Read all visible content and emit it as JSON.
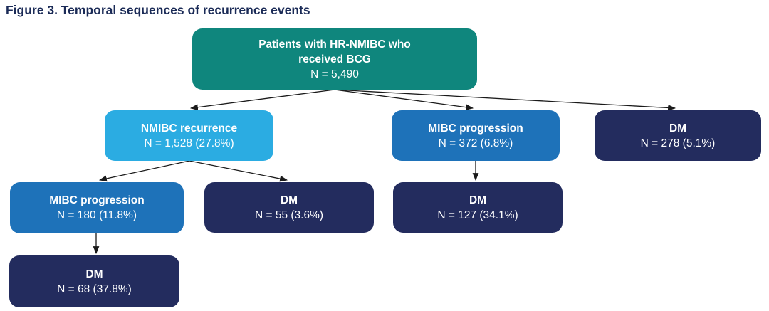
{
  "figure": {
    "title": "Figure 3. Temporal sequences of recurrence events"
  },
  "colors": {
    "teal": "#0F867D",
    "light_blue": "#2BACE2",
    "blue": "#1E72B9",
    "navy": "#232C5E",
    "title_text": "#1B2B57",
    "arrow": "#1A1A1A",
    "node_text": "#FFFFFF"
  },
  "nodes": {
    "root": {
      "label": "Patients with HR-NMIBC who received BCG",
      "value": "N = 5,490"
    },
    "nmibc_recurrence": {
      "label": "NMIBC recurrence",
      "value": "N = 1,528 (27.8%)"
    },
    "mibc_progression_1": {
      "label": "MIBC progression",
      "value": "N = 372 (6.8%)"
    },
    "dm_1": {
      "label": "DM",
      "value": "N = 278 (5.1%)"
    },
    "mibc_progression_2": {
      "label": "MIBC progression",
      "value": "N = 180 (11.8%)"
    },
    "dm_2": {
      "label": "DM",
      "value": "N = 55 (3.6%)"
    },
    "dm_3": {
      "label": "DM",
      "value": "N = 127 (34.1%)"
    },
    "dm_4": {
      "label": "DM",
      "value": "N = 68 (37.8%)"
    }
  },
  "edges": [
    {
      "from": "root",
      "to": "nmibc_recurrence"
    },
    {
      "from": "root",
      "to": "mibc_progression_1"
    },
    {
      "from": "root",
      "to": "dm_1"
    },
    {
      "from": "nmibc_recurrence",
      "to": "mibc_progression_2"
    },
    {
      "from": "nmibc_recurrence",
      "to": "dm_2"
    },
    {
      "from": "mibc_progression_1",
      "to": "dm_3"
    },
    {
      "from": "mibc_progression_2",
      "to": "dm_4"
    }
  ]
}
